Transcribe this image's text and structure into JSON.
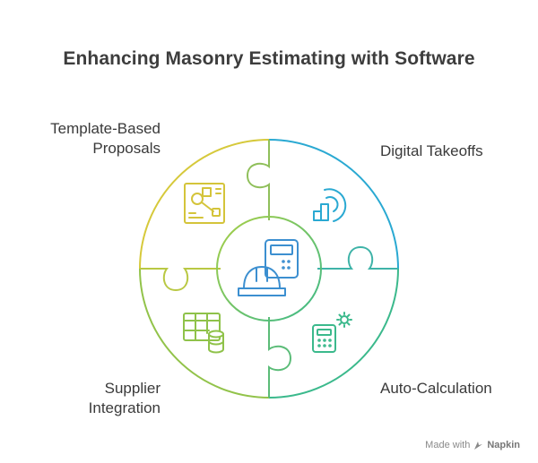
{
  "title": "Enhancing Masonry Estimating with Software",
  "segments": {
    "top_left": {
      "lines": [
        "Template-Based",
        "Proposals"
      ],
      "color": "#d7c93a",
      "icon": "proposal-document-icon"
    },
    "top_right": {
      "lines": [
        "Digital Takeoffs"
      ],
      "color": "#2aa9d2",
      "icon": "digital-takeoff-icon"
    },
    "bottom_right": {
      "lines": [
        "Auto-Calculation"
      ],
      "color": "#39b98a",
      "icon": "calculator-gear-icon"
    },
    "bottom_left": {
      "lines": [
        "Supplier",
        "Integration"
      ],
      "color": "#8fc24a",
      "icon": "table-database-icon"
    }
  },
  "center": {
    "icon": "calculator-hardhat-icon",
    "color": "#3c8fd0",
    "ring_color": "#7cbf5a"
  },
  "footer": {
    "made_with": "Made with",
    "brand": "Napkin"
  }
}
